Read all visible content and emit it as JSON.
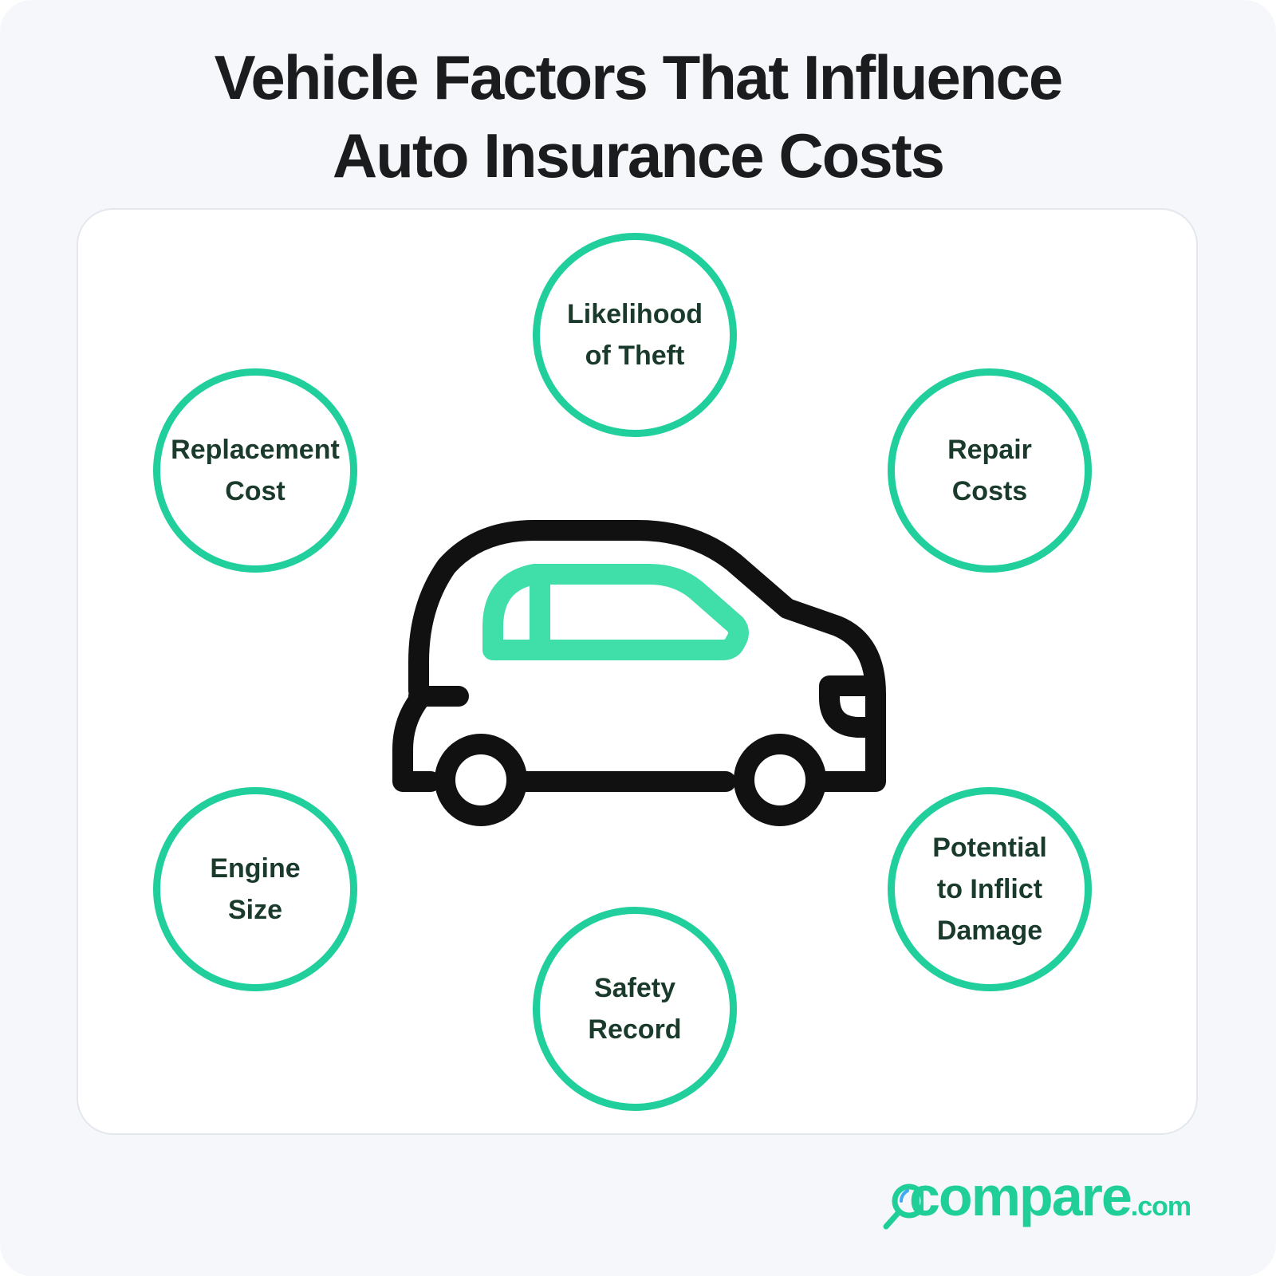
{
  "title": {
    "line1": "Vehicle Factors That Influence",
    "line2": "Auto Insurance Costs"
  },
  "factors": [
    {
      "id": "likelihood-of-theft",
      "lines": [
        "Likelihood",
        "of Theft"
      ]
    },
    {
      "id": "replacement-cost",
      "lines": [
        "Replacement",
        "Cost"
      ]
    },
    {
      "id": "repair-costs",
      "lines": [
        "Repair",
        "Costs"
      ]
    },
    {
      "id": "engine-size",
      "lines": [
        "Engine",
        "Size"
      ]
    },
    {
      "id": "potential-to-inflict-damage",
      "lines": [
        "Potential",
        "to Inflict",
        "Damage"
      ]
    },
    {
      "id": "safety-record",
      "lines": [
        "Safety",
        "Record"
      ]
    }
  ],
  "logo": {
    "main": "compare",
    "tld": ".com"
  },
  "colors": {
    "accent": "#20cf9b",
    "car_window": "#40dea9",
    "car_outline": "#111111",
    "title": "#1b1c1e",
    "label": "#1a3a2c",
    "background": "#f5f7fb",
    "panel": "#ffffff"
  },
  "icons": [
    "car-icon",
    "magnifier-icon"
  ]
}
